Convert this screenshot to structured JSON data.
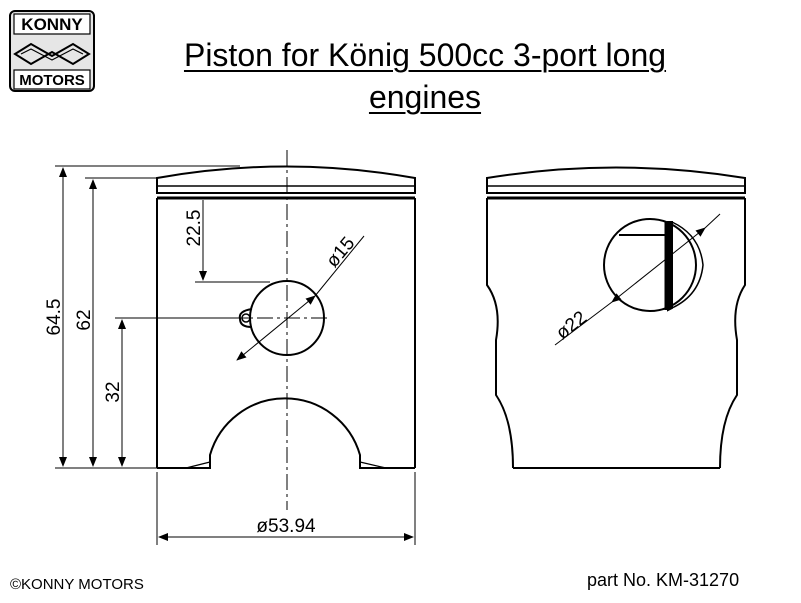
{
  "logo": {
    "line1": "KONNY",
    "line2": "MOTORS"
  },
  "title": {
    "line1": "Piston for König 500cc 3-port long",
    "line2": "engines"
  },
  "dimensions": {
    "overall_height": "64.5",
    "compression_height": "62",
    "pin_height": "32",
    "crown_to_pin": "22.5",
    "pin_bore": "ø15",
    "diameter": "ø53.94",
    "port": "ø22"
  },
  "footer": {
    "copyright": "©KONNY MOTORS",
    "part_no": "part No. KM-31270"
  }
}
